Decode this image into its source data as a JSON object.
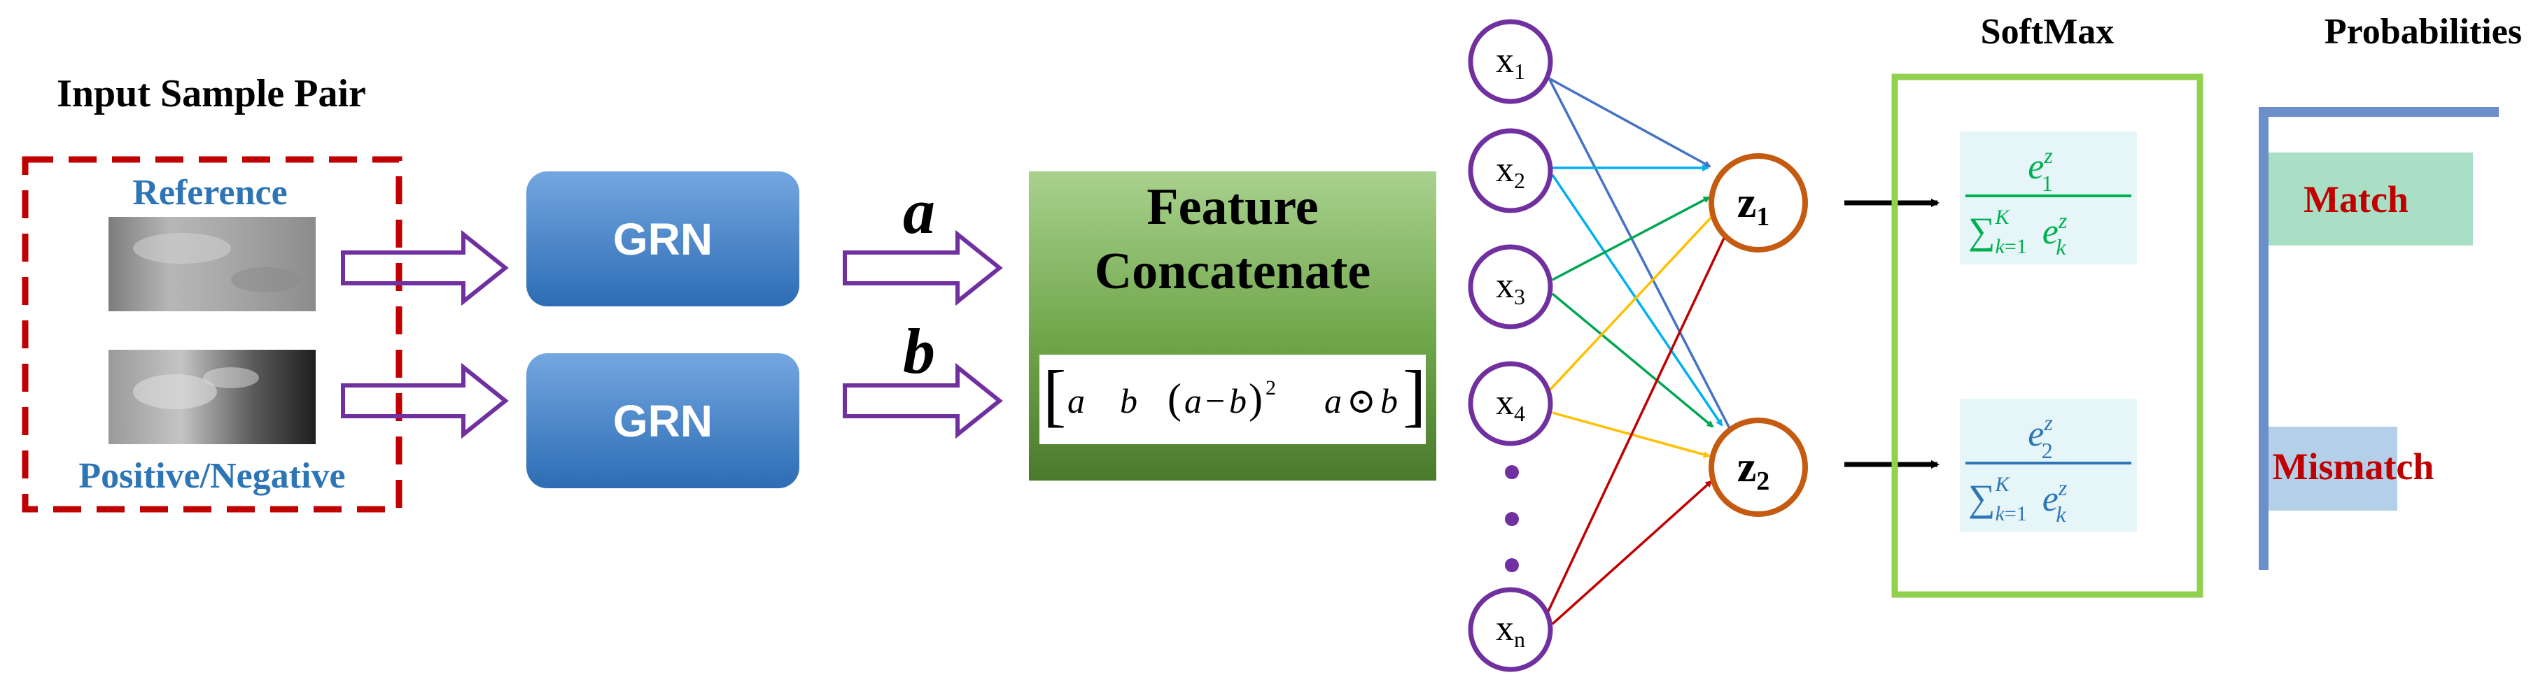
{
  "input": {
    "title": "Input Sample Pair",
    "reference_label": "Reference",
    "pair_label": "Positive/Negative"
  },
  "grn": {
    "top_label": "GRN",
    "bottom_label": "GRN"
  },
  "features": {
    "a_label": "a",
    "b_label": "b"
  },
  "concat": {
    "title_line1": "Feature",
    "title_line2": "Concatenate",
    "vector": {
      "open": "[",
      "a": "a",
      "b": "b",
      "sq_open": "(",
      "sq_a": "a",
      "sq_minus": "−",
      "sq_b": "b",
      "sq_close": ")",
      "sq_exp": "2",
      "prod_a": "a",
      "prod_op": "⊙",
      "prod_b": "b",
      "close": "]"
    }
  },
  "network": {
    "inputs": [
      {
        "base": "x",
        "sub": "1"
      },
      {
        "base": "x",
        "sub": "2"
      },
      {
        "base": "x",
        "sub": "3"
      },
      {
        "base": "x",
        "sub": "4"
      },
      {
        "base": "x",
        "sub": "n"
      }
    ],
    "outputs": [
      {
        "base": "z",
        "sub": "1"
      },
      {
        "base": "z",
        "sub": "2"
      }
    ],
    "edge_colors": {
      "x1": "#4472c4",
      "x2": "#00b0f0",
      "x3": "#00a651",
      "x4": "#ffc000",
      "xn": "#c00000"
    }
  },
  "softmax": {
    "title": "SoftMax",
    "formula1": {
      "num_base": "e",
      "num_sup": "z",
      "num_sub": "1",
      "sum": "∑",
      "sum_sub_var": "k",
      "sum_sub_eq": "=",
      "sum_sub_val": "1",
      "sum_sup": "K",
      "den_base": "e",
      "den_sup": "z",
      "den_sub": "k"
    },
    "formula2": {
      "num_base": "e",
      "num_sup": "z",
      "num_sub": "2",
      "sum": "∑",
      "sum_sub_var": "k",
      "sum_sub_eq": "=",
      "sum_sub_val": "1",
      "sum_sup": "K",
      "den_base": "e",
      "den_sup": "z",
      "den_sub": "k"
    }
  },
  "probabilities": {
    "title": "Probabilities",
    "match_label": "Match",
    "mismatch_label": "Mismatch"
  },
  "colors": {
    "dashed_box": "#c00000",
    "purple": "#7030a0",
    "blue_text": "#2e75b6",
    "grn_top": "#6fa3dd",
    "grn_bottom": "#2e6db5",
    "green_top": "#a9d18e",
    "green_bottom": "#4f7f2f",
    "orange": "#c55a11",
    "softmax_border": "#92d050",
    "formula1_color": "#00b050",
    "formula2_color": "#2e75b6",
    "formula_bg": "#e6f5f8",
    "axis": "#6b8fc8",
    "match_bar": "#a9dfc4",
    "mismatch_bar": "#b4cfe8",
    "label_red": "#c00000"
  }
}
